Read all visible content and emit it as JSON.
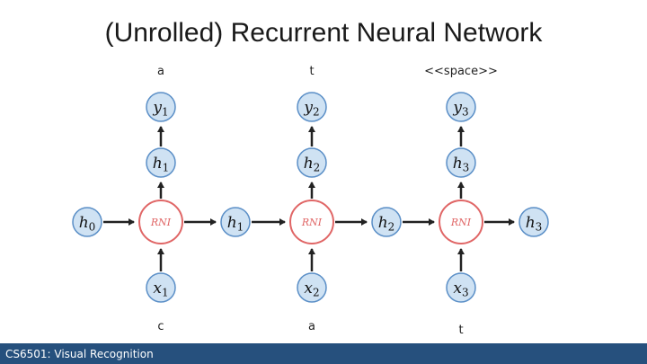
{
  "title": "(Unrolled) Recurrent Neural Network",
  "footer": "CS6501: Visual Recognition",
  "output_chars": [
    "a",
    "t",
    "<<space>>"
  ],
  "input_chars": [
    "c",
    "a",
    "t"
  ],
  "columns": [
    {
      "y": {
        "base": "y",
        "sub": "1"
      },
      "h": {
        "base": "h",
        "sub": "1"
      },
      "cell": "RNI",
      "x": {
        "base": "x",
        "sub": "1"
      }
    },
    {
      "y": {
        "base": "y",
        "sub": "2"
      },
      "h": {
        "base": "h",
        "sub": "2"
      },
      "cell": "RNI",
      "x": {
        "base": "x",
        "sub": "2"
      }
    },
    {
      "y": {
        "base": "y",
        "sub": "3"
      },
      "h": {
        "base": "h",
        "sub": "3"
      },
      "cell": "RNI",
      "x": {
        "base": "x",
        "sub": "3"
      }
    }
  ],
  "chain_states": [
    {
      "base": "h",
      "sub": "0"
    },
    {
      "base": "h",
      "sub": "1"
    },
    {
      "base": "h",
      "sub": "2"
    },
    {
      "base": "h",
      "sub": "3"
    }
  ],
  "colors": {
    "node_fill": "#cfe2f3",
    "node_stroke": "#5b8fc7",
    "cell_stroke": "#e06666",
    "arrow": "#222222",
    "footer": "#26507d"
  }
}
